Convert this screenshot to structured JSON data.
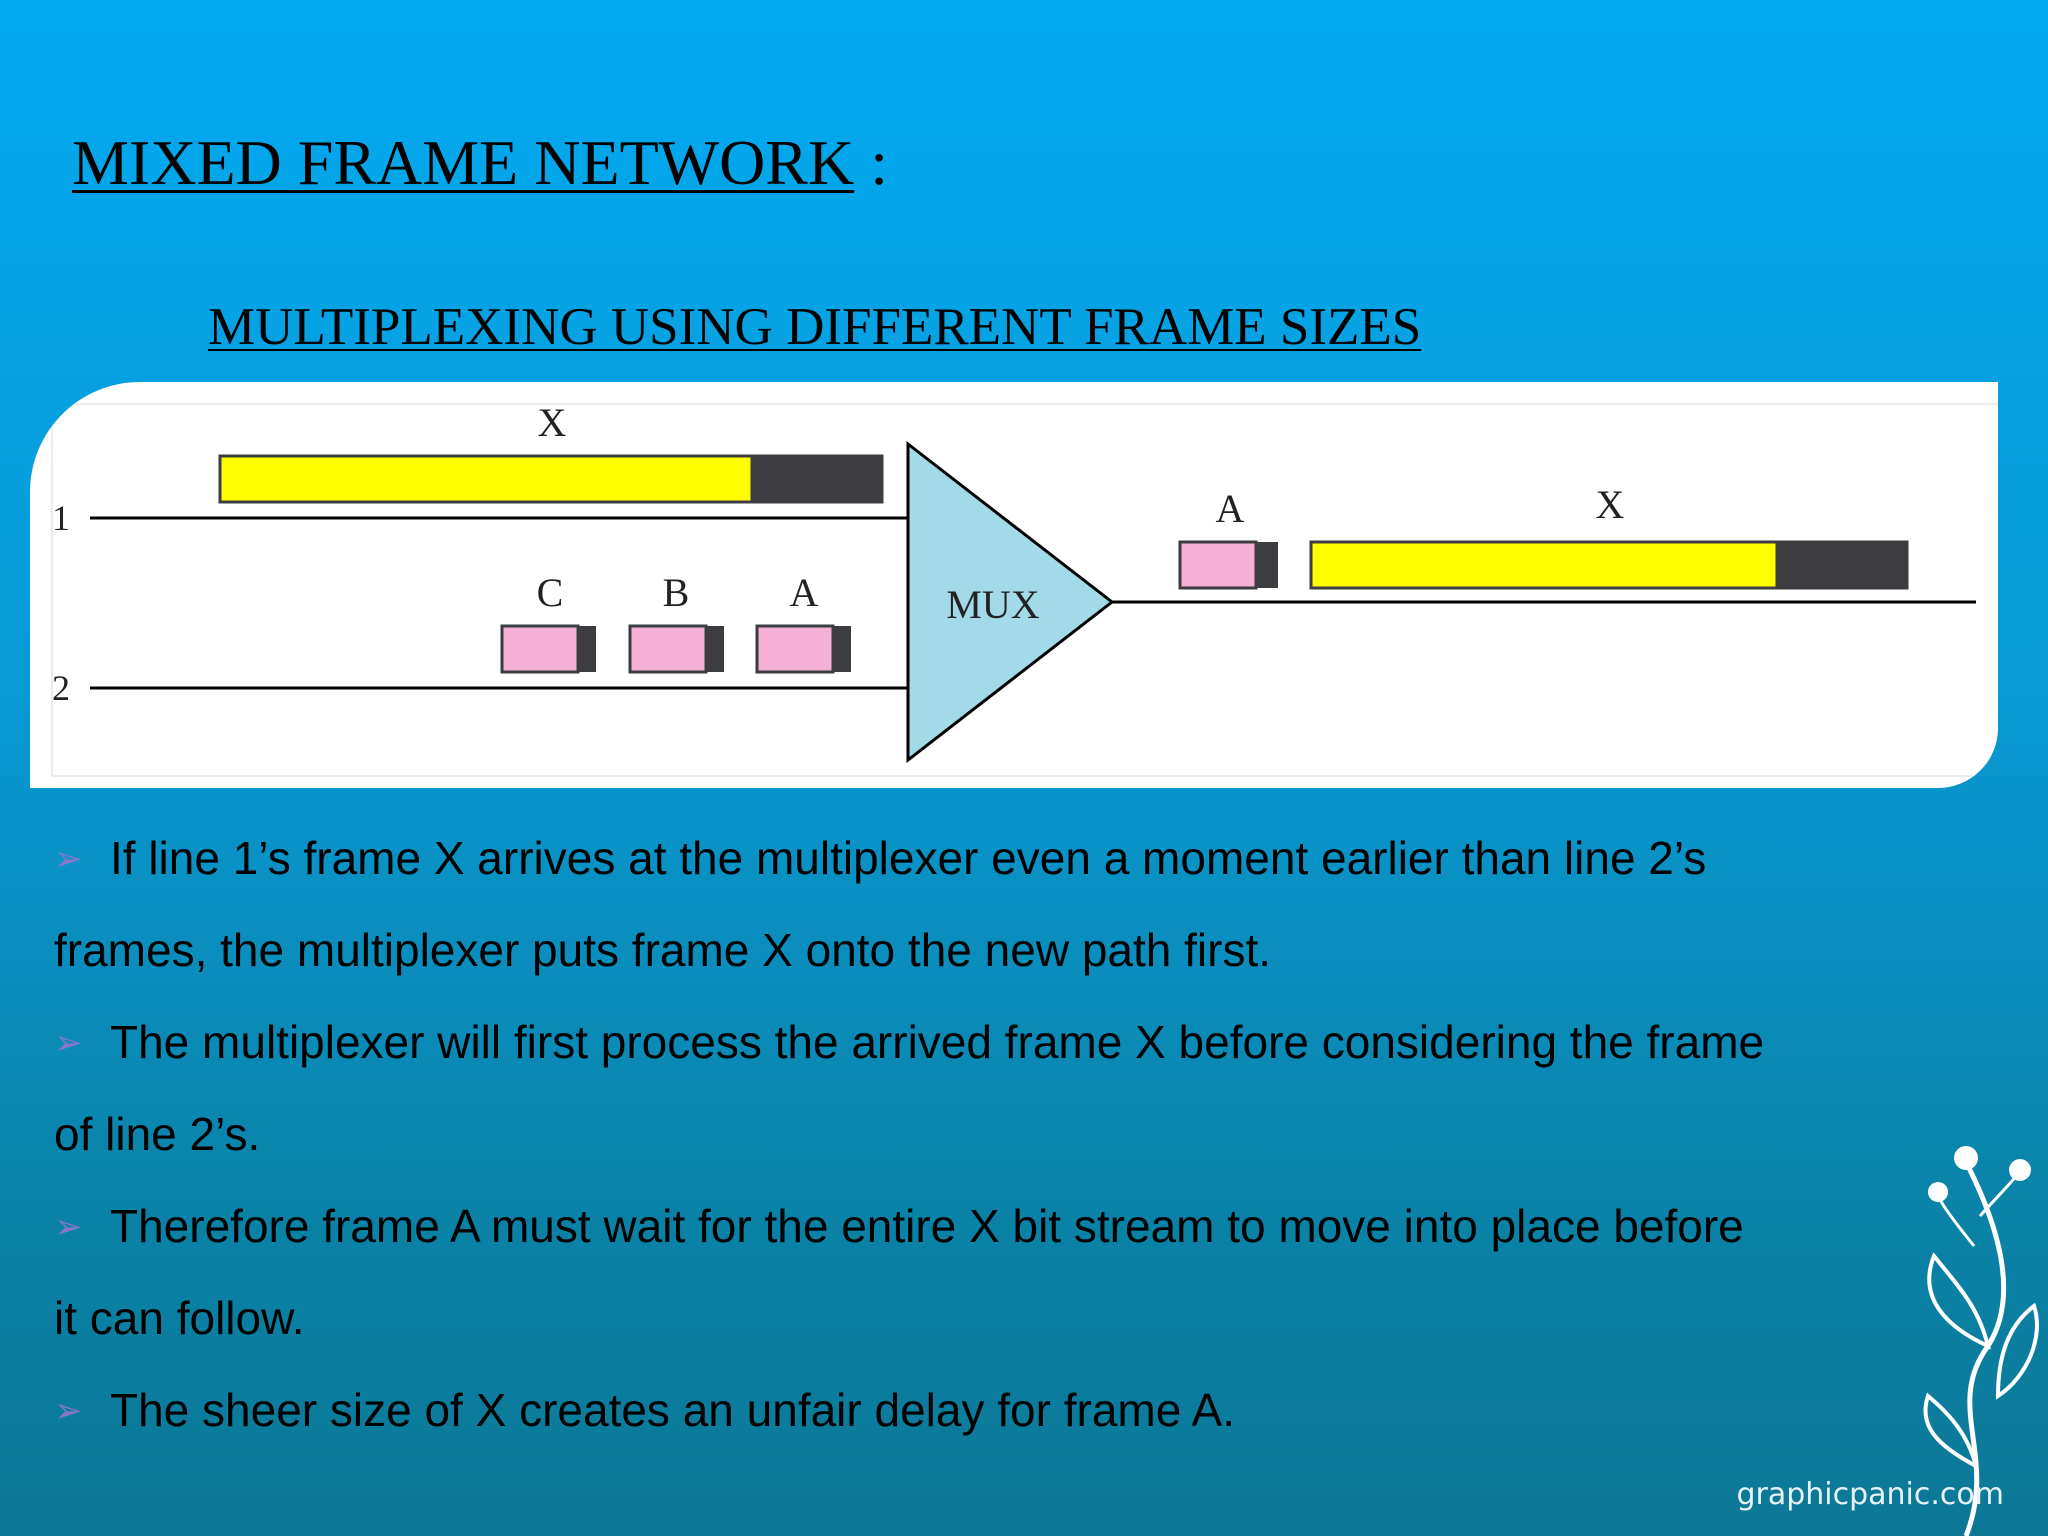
{
  "slide": {
    "title": "MIXED FRAME NETWORK",
    "title_suffix": " :",
    "subtitle": "MULTIPLEXING USING DIFFERENT FRAME SIZES"
  },
  "diagram": {
    "input_lines": [
      "1",
      "2"
    ],
    "input_frame_labels": {
      "line1": "X",
      "line2": [
        "C",
        "B",
        "A"
      ]
    },
    "mux_label": "MUX",
    "output_frame_labels": [
      "A",
      "X"
    ],
    "colors": {
      "large_frame": "#ffff00",
      "small_frame": "#f5b0d6",
      "frame_header": "#3d3c40",
      "mux": "#a2dae8"
    }
  },
  "bullets": {
    "marker_icon": "arrowhead-bullet-icon",
    "lines": [
      {
        "bullet": true,
        "text": "If line 1’s frame X arrives at the multiplexer even a moment earlier than line 2’s"
      },
      {
        "bullet": false,
        "text": "frames, the multiplexer puts frame X onto the new path first."
      },
      {
        "bullet": true,
        "text": "The multiplexer will first process the arrived frame X before considering the frame"
      },
      {
        "bullet": false,
        "text": "of line 2’s."
      },
      {
        "bullet": true,
        "text": "Therefore frame A must wait for the entire X bit stream to move into place before"
      },
      {
        "bullet": false,
        "text": "it can follow."
      },
      {
        "bullet": true,
        "text": "The sheer size of X creates an unfair delay for frame A."
      }
    ]
  },
  "watermark": "graphicpanic.com"
}
